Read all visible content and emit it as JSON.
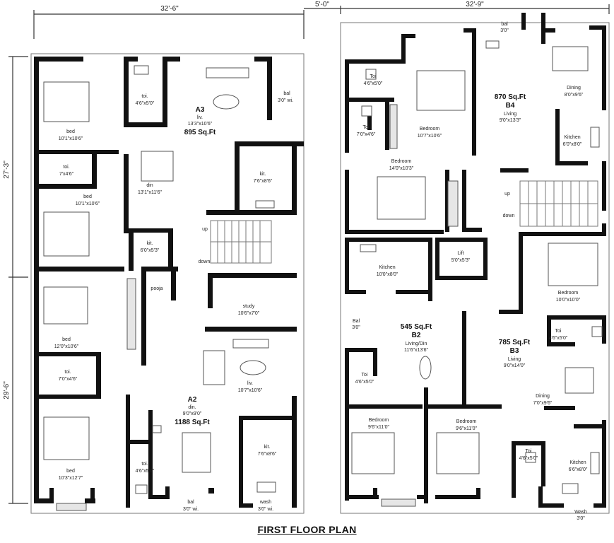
{
  "title": "FIRST FLOOR PLAN",
  "dimensions": {
    "top_left": "32'-6\"",
    "top_gap": "5'-0\"",
    "top_right": "32'-9\"",
    "left_upper": "27'-3\"",
    "left_lower": "29'-6\""
  },
  "units": {
    "A3": {
      "name": "A3",
      "label_line2": "liv.",
      "size": "13'3\"x10'6\"",
      "area": "895 Sq.Ft"
    },
    "A2": {
      "name": "A2",
      "label_line2": "din.",
      "size": "9'0\"x9'0\"",
      "area": "1188 Sq.Ft"
    },
    "B4": {
      "area": "870 Sq.Ft",
      "name": "B4",
      "label_line2": "Living",
      "size": "9'0\"x13'3\""
    },
    "B2": {
      "area": "545 Sq.Ft",
      "name": "B2",
      "label_line2": "Living/Din",
      "size": "11'6\"x13'6\""
    },
    "B3": {
      "area": "785 Sq.Ft",
      "name": "B3",
      "label_line2": "Living",
      "size": "9'0\"x14'0\""
    }
  },
  "rooms_left": [
    {
      "name": "bed",
      "size": "10'1\"x10'6\""
    },
    {
      "name": "toi.",
      "size": "4'6\"x5'0\""
    },
    {
      "name": "bal",
      "size": "3'0\" wi."
    },
    {
      "name": "toi.",
      "size": "7'x4'6\""
    },
    {
      "name": "bed",
      "size": "10'1\"x10'6\""
    },
    {
      "name": "din",
      "size": "13'1\"x11'6\""
    },
    {
      "name": "kit.",
      "size": "7'6\"x8'6\""
    },
    {
      "name": "kit.",
      "size": "6'0\"x5'3\""
    },
    {
      "name": "pooja",
      "size": ""
    },
    {
      "name": "study",
      "size": "10'6\"x7'0\""
    },
    {
      "name": "bed",
      "size": "12'0\"x10'6\""
    },
    {
      "name": "toi.",
      "size": "7'0\"x4'6\""
    },
    {
      "name": "liv.",
      "size": "10'7\"x10'6\""
    },
    {
      "name": "bed",
      "size": "10'3\"x12'7\""
    },
    {
      "name": "toi.",
      "size": "4'6\"x5'0\""
    },
    {
      "name": "kit.",
      "size": "7'6\"x8'6\""
    },
    {
      "name": "bal",
      "size": "3'0\" wi."
    },
    {
      "name": "wash",
      "size": "3'0\" wi."
    }
  ],
  "rooms_right": [
    {
      "name": "bal",
      "size": "3'0\""
    },
    {
      "name": "Toi",
      "size": "4'6\"x5'0\""
    },
    {
      "name": "Bedroom",
      "size": "10'7\"x10'6\""
    },
    {
      "name": "Dining",
      "size": "8'0\"x9'6\""
    },
    {
      "name": "Toi",
      "size": "7'0\"x4'6\""
    },
    {
      "name": "Kitchen",
      "size": "6'0\"x8'0\""
    },
    {
      "name": "Bedroom",
      "size": "14'0\"x10'3\""
    },
    {
      "name": "Kitchen",
      "size": "10'0\"x8'0\""
    },
    {
      "name": "Lift",
      "size": "5'0\"x5'3\""
    },
    {
      "name": "Bedroom",
      "size": "10'0\"x10'0\""
    },
    {
      "name": "Bal",
      "size": "3'0\""
    },
    {
      "name": "Toi",
      "size": "4'6\"x5'0\""
    },
    {
      "name": "Toi",
      "size": "4'6\"x5'0\""
    },
    {
      "name": "Dining",
      "size": "7'0\"x9'6\""
    },
    {
      "name": "Bedroom",
      "size": "9'6\"x11'0\""
    },
    {
      "name": "Bedroom",
      "size": "9'6\"x11'0\""
    },
    {
      "name": "Toi",
      "size": "4'6\"x5'0\""
    },
    {
      "name": "Kitchen",
      "size": "6'6\"x8'0\""
    },
    {
      "name": "Wash",
      "size": "3'0\""
    }
  ],
  "stairs": {
    "up": "up",
    "down": "down"
  }
}
